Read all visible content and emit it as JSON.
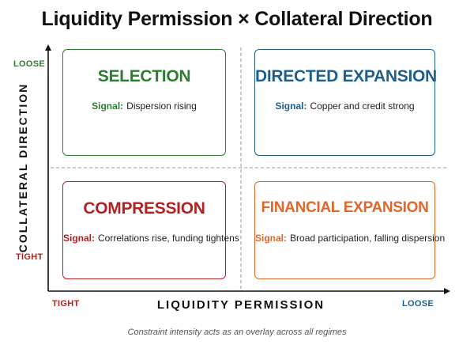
{
  "title": "Liquidity Permission × Collateral Direction",
  "x_axis": {
    "title": "LIQUIDITY PERMISSION",
    "low": "TIGHT",
    "high": "LOOSE"
  },
  "y_axis": {
    "title": "COLLATERAL DIRECTION",
    "low": "TIGHT",
    "high": "LOOSE"
  },
  "signal_label": "Signal:",
  "quadrants": {
    "top_left": {
      "name": "SELECTION",
      "signal": "Dispersion rising",
      "color": "#2e7d32"
    },
    "top_right": {
      "name": "DIRECTED EXPANSION",
      "signal": "Copper and credit strong",
      "color": "#1f5f8b"
    },
    "bottom_left": {
      "name": "COMPRESSION",
      "signal": "Correlations rise, funding tightens",
      "color": "#b22222"
    },
    "bottom_right": {
      "name": "FINANCIAL EXPANSION",
      "signal": "Broad participation, falling dispersion",
      "color": "#e0662a"
    }
  },
  "label_colors": {
    "tight": "#b22222",
    "loose_y": "#2e7d32",
    "loose_x": "#1f5f8b"
  },
  "footnote": "Constraint intensity acts as an overlay across all regimes"
}
